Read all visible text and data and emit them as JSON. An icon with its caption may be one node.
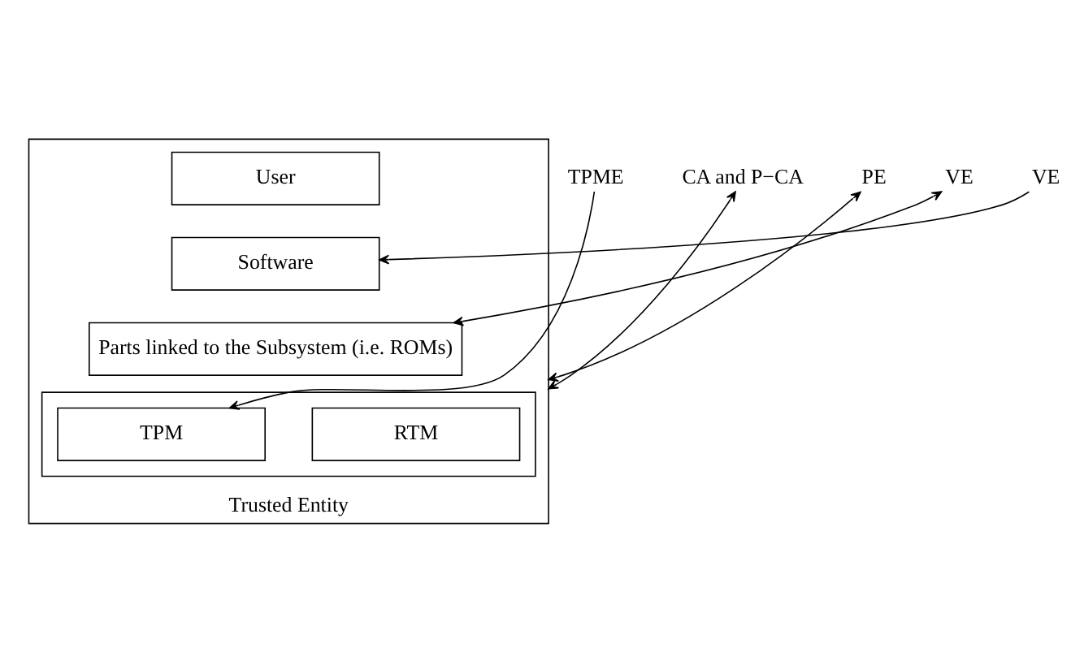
{
  "diagram": {
    "nodes": [
      {
        "text": [
          "Trusted Entity"
        ]
      },
      {
        "text": [
          "User"
        ],
        "in": 0
      },
      {
        "text": [
          "Software"
        ],
        "in": 0
      },
      {
        "text": [
          "Parts linked to the Subsystem (i.e. ROMs)"
        ],
        "in": 0
      },
      {
        "text": [],
        "shape": "box",
        "in": 0
      },
      {
        "text": [
          "RTM"
        ],
        "in": 4
      },
      {
        "text": [
          "TPM"
        ],
        "in": 4
      },
      {
        "text": [
          "VE"
        ]
      },
      {
        "text": [
          "VE"
        ]
      },
      {
        "text": [
          "TPME"
        ]
      },
      {
        "text": [
          "CA and P−CA"
        ]
      },
      {
        "text": [
          "PE"
        ]
      }
    ],
    "edges": [
      {
        "from": 7,
        "to": 2,
        "arrow": "to"
      },
      {
        "from": 3,
        "to": 8,
        "arrow": "both"
      },
      {
        "from": 9,
        "to": 6,
        "arrow": "to"
      },
      {
        "from": 10,
        "to": 0,
        "arrow": "both"
      },
      {
        "from": 11,
        "to": 0,
        "arrow": "both"
      }
    ]
  }
}
